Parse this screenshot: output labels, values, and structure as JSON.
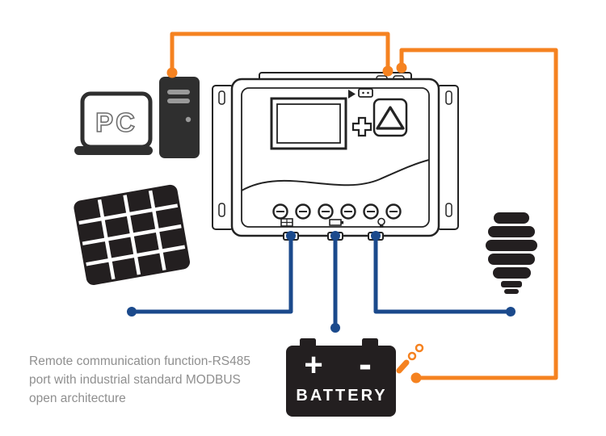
{
  "diagram": {
    "colors": {
      "orange": "#F58220",
      "blue": "#1B4A8C",
      "ink": "#231F20",
      "gray_text": "#8F8F8F"
    },
    "labels": {
      "pc": "PC",
      "battery": "BATTERY",
      "battery_plus": "+",
      "battery_minus": "-"
    },
    "caption": {
      "line1": "Remote communication function-RS485",
      "line2": "port with industrial standard MODBUS",
      "line3": "open architecture"
    },
    "icons": {
      "pc": "desktop-pc-icon",
      "pc_tower": "pc-tower-icon",
      "solar_panel": "solar-panel-icon",
      "battery": "battery-icon",
      "cfl_bulb": "cfl-bulb-icon",
      "temperature_sensor": "temperature-sensor-icon",
      "controller_warning": "warning-triangle-icon",
      "controller_adjust": "plus-button-icon",
      "controller_port": "usb-port-icon",
      "controller_arrow": "arrow-icon"
    }
  }
}
